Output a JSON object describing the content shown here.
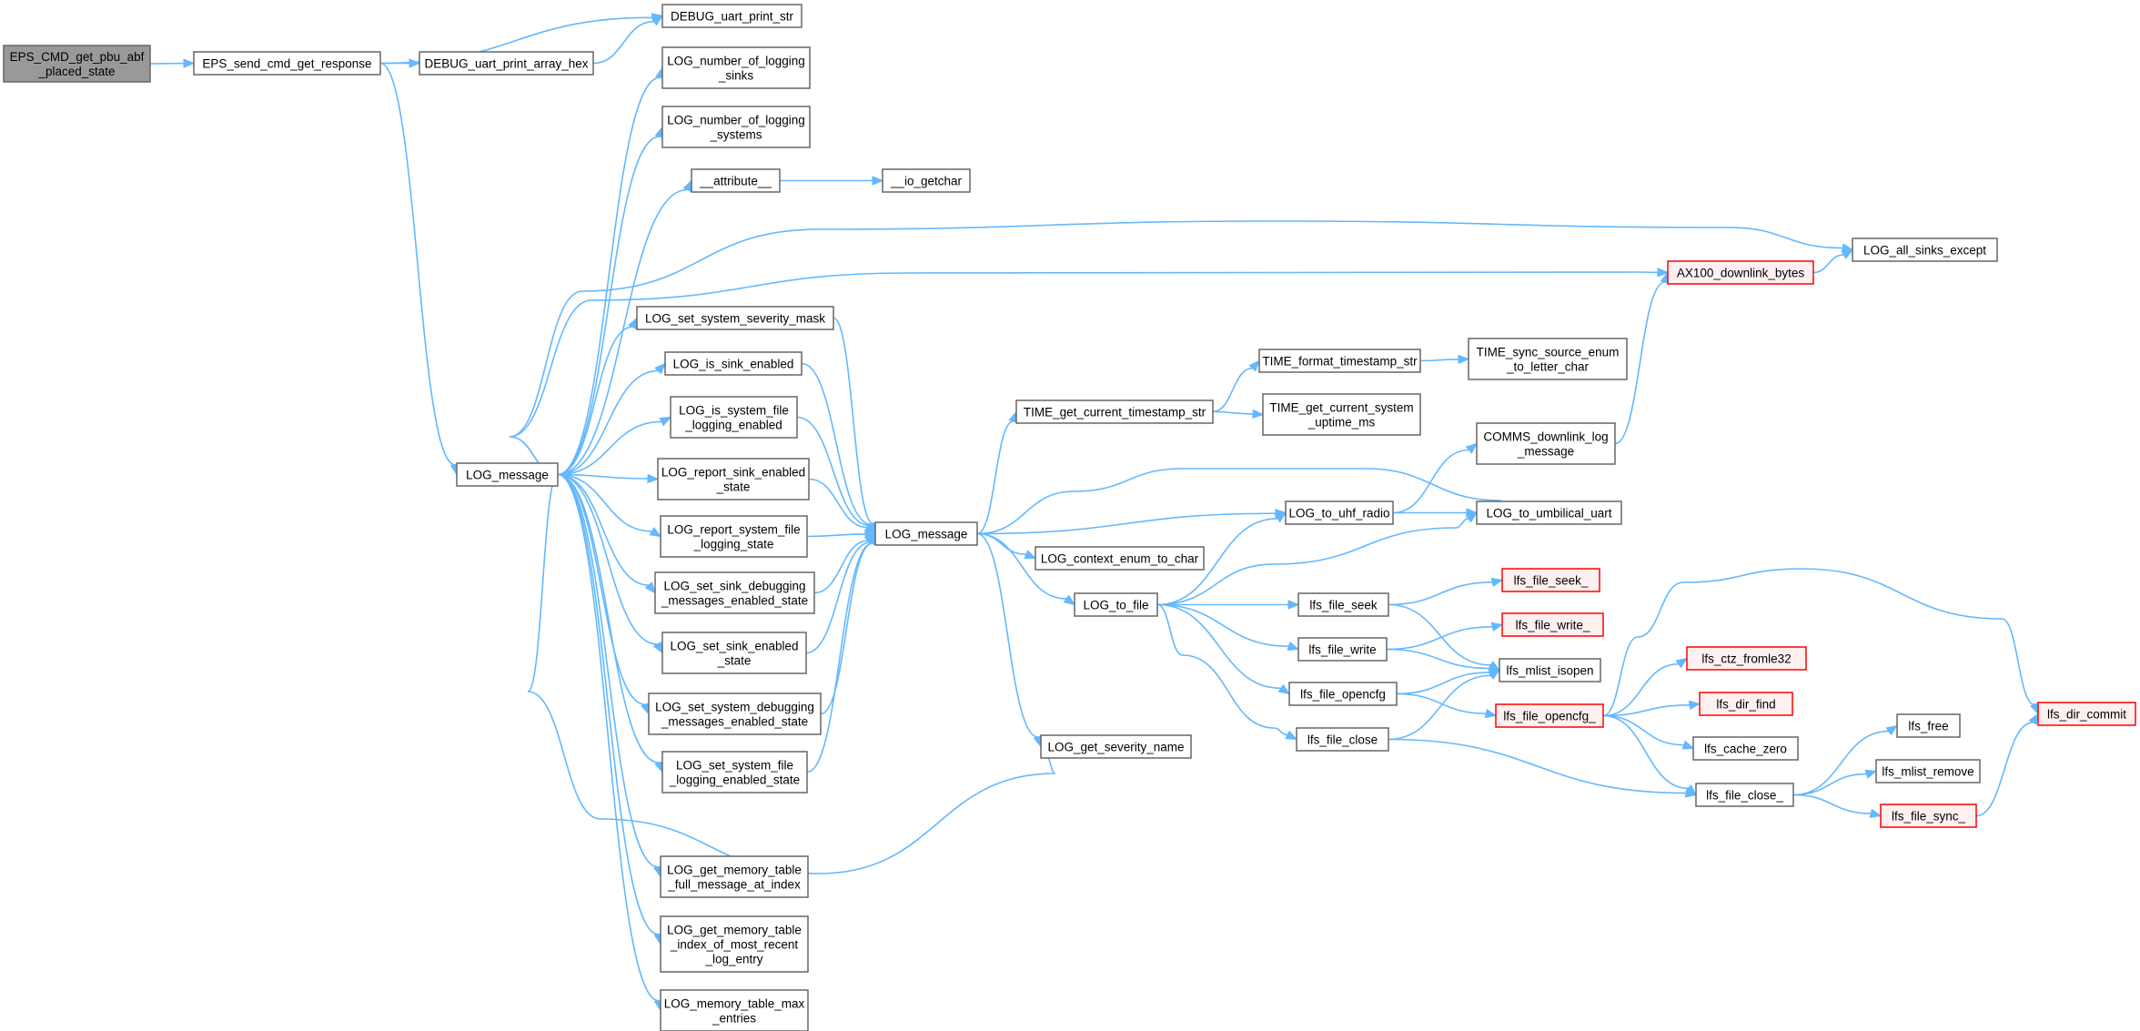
{
  "graph": {
    "title": "",
    "colors": {
      "edge": "#63b8ff",
      "node_border": "#666666",
      "root_fill": "#999999",
      "truncated_border": "#ff0000",
      "truncated_fill": "#fff0f0"
    },
    "nodes": [
      {
        "id": "eps_cmd",
        "lines": [
          "EPS_CMD_get_pbu_abf",
          "_placed_state"
        ],
        "style": "root"
      },
      {
        "id": "eps_send",
        "lines": [
          "EPS_send_cmd_get_response"
        ]
      },
      {
        "id": "dbg_hex",
        "lines": [
          "DEBUG_uart_print_array_hex"
        ]
      },
      {
        "id": "dbg_str",
        "lines": [
          "DEBUG_uart_print_str"
        ]
      },
      {
        "id": "log_message_a",
        "lines": [
          "LOG_message"
        ]
      },
      {
        "id": "log_num_sinks",
        "lines": [
          "LOG_number_of_logging",
          "_sinks"
        ]
      },
      {
        "id": "log_num_systems",
        "lines": [
          "LOG_number_of_logging",
          "_systems"
        ]
      },
      {
        "id": "attribute",
        "lines": [
          "__attribute__"
        ]
      },
      {
        "id": "io_getchar",
        "lines": [
          "__io_getchar"
        ]
      },
      {
        "id": "set_sev_mask",
        "lines": [
          "LOG_set_system_severity_mask"
        ]
      },
      {
        "id": "is_sink_enabled",
        "lines": [
          "LOG_is_sink_enabled"
        ]
      },
      {
        "id": "is_sys_file",
        "lines": [
          "LOG_is_system_file",
          "_logging_enabled"
        ]
      },
      {
        "id": "report_sink",
        "lines": [
          "LOG_report_sink_enabled",
          "_state"
        ]
      },
      {
        "id": "report_sys_file",
        "lines": [
          "LOG_report_system_file",
          "_logging_state"
        ]
      },
      {
        "id": "set_sink_dbg",
        "lines": [
          "LOG_set_sink_debugging",
          "_messages_enabled_state"
        ]
      },
      {
        "id": "set_sink_enabled",
        "lines": [
          "LOG_set_sink_enabled",
          "_state"
        ]
      },
      {
        "id": "set_sys_dbg",
        "lines": [
          "LOG_set_system_debugging",
          "_messages_enabled_state"
        ]
      },
      {
        "id": "set_sys_file",
        "lines": [
          "LOG_set_system_file",
          "_logging_enabled_state"
        ]
      },
      {
        "id": "mem_full",
        "lines": [
          "LOG_get_memory_table",
          "_full_message_at_index"
        ]
      },
      {
        "id": "mem_recent",
        "lines": [
          "LOG_get_memory_table",
          "_index_of_most_recent",
          "_log_entry"
        ]
      },
      {
        "id": "mem_max",
        "lines": [
          "LOG_memory_table_max",
          "_entries"
        ]
      },
      {
        "id": "log_message_b",
        "lines": [
          "LOG_message"
        ]
      },
      {
        "id": "time_cur",
        "lines": [
          "TIME_get_current_timestamp_str"
        ]
      },
      {
        "id": "time_fmt",
        "lines": [
          "TIME_format_timestamp_str"
        ]
      },
      {
        "id": "time_uptime",
        "lines": [
          "TIME_get_current_system",
          "_uptime_ms"
        ]
      },
      {
        "id": "time_sync",
        "lines": [
          "TIME_sync_source_enum",
          "_to_letter_char"
        ]
      },
      {
        "id": "ctx_enum",
        "lines": [
          "LOG_context_enum_to_char"
        ]
      },
      {
        "id": "to_file",
        "lines": [
          "LOG_to_file"
        ]
      },
      {
        "id": "severity_name",
        "lines": [
          "LOG_get_severity_name"
        ]
      },
      {
        "id": "to_uhf",
        "lines": [
          "LOG_to_uhf_radio"
        ]
      },
      {
        "id": "to_umb",
        "lines": [
          "LOG_to_umbilical_uart"
        ]
      },
      {
        "id": "comms_dl",
        "lines": [
          "COMMS_downlink_log",
          "_message"
        ]
      },
      {
        "id": "ax100",
        "lines": [
          "AX100_downlink_bytes"
        ],
        "style": "red"
      },
      {
        "id": "all_sinks",
        "lines": [
          "LOG_all_sinks_except"
        ]
      },
      {
        "id": "file_seek",
        "lines": [
          "lfs_file_seek"
        ]
      },
      {
        "id": "file_write",
        "lines": [
          "lfs_file_write"
        ]
      },
      {
        "id": "file_opencfg",
        "lines": [
          "lfs_file_opencfg"
        ]
      },
      {
        "id": "file_close",
        "lines": [
          "lfs_file_close"
        ]
      },
      {
        "id": "file_seek_",
        "lines": [
          "lfs_file_seek_"
        ],
        "style": "red"
      },
      {
        "id": "file_write_",
        "lines": [
          "lfs_file_write_"
        ],
        "style": "red"
      },
      {
        "id": "mlist_isopen",
        "lines": [
          "lfs_mlist_isopen"
        ]
      },
      {
        "id": "file_opencfg_",
        "lines": [
          "lfs_file_opencfg_"
        ],
        "style": "red"
      },
      {
        "id": "ctz",
        "lines": [
          "lfs_ctz_fromle32"
        ],
        "style": "red"
      },
      {
        "id": "dir_find",
        "lines": [
          "lfs_dir_find"
        ],
        "style": "red"
      },
      {
        "id": "cache_zero",
        "lines": [
          "lfs_cache_zero"
        ]
      },
      {
        "id": "file_close_",
        "lines": [
          "lfs_file_close_"
        ]
      },
      {
        "id": "lfs_free",
        "lines": [
          "lfs_free"
        ]
      },
      {
        "id": "mlist_remove",
        "lines": [
          "lfs_mlist_remove"
        ]
      },
      {
        "id": "file_sync_",
        "lines": [
          "lfs_file_sync_"
        ],
        "style": "red"
      },
      {
        "id": "dir_commit",
        "lines": [
          "lfs_dir_commit"
        ],
        "style": "red"
      }
    ],
    "edges": [
      [
        "eps_cmd",
        "eps_send"
      ],
      [
        "eps_send",
        "dbg_str"
      ],
      [
        "eps_send",
        "dbg_hex"
      ],
      [
        "eps_send",
        "log_message_a"
      ],
      [
        "dbg_hex",
        "dbg_str"
      ],
      [
        "log_message_a",
        "log_num_sinks"
      ],
      [
        "log_message_a",
        "log_num_systems"
      ],
      [
        "log_message_a",
        "attribute"
      ],
      [
        "log_message_a",
        "all_sinks"
      ],
      [
        "log_message_a",
        "ax100"
      ],
      [
        "log_message_a",
        "set_sev_mask"
      ],
      [
        "log_message_a",
        "is_sink_enabled"
      ],
      [
        "log_message_a",
        "is_sys_file"
      ],
      [
        "log_message_a",
        "report_sink"
      ],
      [
        "log_message_a",
        "report_sys_file"
      ],
      [
        "log_message_a",
        "set_sink_dbg"
      ],
      [
        "log_message_a",
        "set_sink_enabled"
      ],
      [
        "log_message_a",
        "set_sys_dbg"
      ],
      [
        "log_message_a",
        "set_sys_file"
      ],
      [
        "log_message_a",
        "severity_name"
      ],
      [
        "log_message_a",
        "mem_full"
      ],
      [
        "log_message_a",
        "mem_recent"
      ],
      [
        "log_message_a",
        "mem_max"
      ],
      [
        "attribute",
        "io_getchar"
      ],
      [
        "set_sev_mask",
        "log_message_b"
      ],
      [
        "is_sink_enabled",
        "log_message_b"
      ],
      [
        "is_sys_file",
        "log_message_b"
      ],
      [
        "report_sink",
        "log_message_b"
      ],
      [
        "report_sys_file",
        "log_message_b"
      ],
      [
        "set_sink_dbg",
        "log_message_b"
      ],
      [
        "set_sink_enabled",
        "log_message_b"
      ],
      [
        "set_sys_dbg",
        "log_message_b"
      ],
      [
        "set_sys_file",
        "log_message_b"
      ],
      [
        "log_message_b",
        "time_cur"
      ],
      [
        "log_message_b",
        "to_umb"
      ],
      [
        "log_message_b",
        "to_uhf"
      ],
      [
        "log_message_b",
        "ctx_enum"
      ],
      [
        "log_message_b",
        "to_file"
      ],
      [
        "log_message_b",
        "severity_name"
      ],
      [
        "time_cur",
        "time_fmt"
      ],
      [
        "time_cur",
        "time_uptime"
      ],
      [
        "time_fmt",
        "time_sync"
      ],
      [
        "to_uhf",
        "comms_dl"
      ],
      [
        "to_uhf",
        "to_umb"
      ],
      [
        "comms_dl",
        "ax100"
      ],
      [
        "ax100",
        "all_sinks"
      ],
      [
        "to_file",
        "to_uhf"
      ],
      [
        "to_file",
        "to_umb"
      ],
      [
        "to_file",
        "file_seek"
      ],
      [
        "to_file",
        "file_write"
      ],
      [
        "to_file",
        "file_opencfg"
      ],
      [
        "to_file",
        "file_close"
      ],
      [
        "file_seek",
        "file_seek_"
      ],
      [
        "file_seek",
        "mlist_isopen"
      ],
      [
        "file_write",
        "file_write_"
      ],
      [
        "file_write",
        "mlist_isopen"
      ],
      [
        "file_opencfg",
        "mlist_isopen"
      ],
      [
        "file_opencfg",
        "file_opencfg_"
      ],
      [
        "file_close",
        "mlist_isopen"
      ],
      [
        "file_close",
        "file_close_"
      ],
      [
        "file_opencfg_",
        "ctz"
      ],
      [
        "file_opencfg_",
        "dir_find"
      ],
      [
        "file_opencfg_",
        "cache_zero"
      ],
      [
        "file_opencfg_",
        "file_close_"
      ],
      [
        "file_opencfg_",
        "dir_commit"
      ],
      [
        "file_close_",
        "lfs_free"
      ],
      [
        "file_close_",
        "mlist_remove"
      ],
      [
        "file_close_",
        "file_sync_"
      ],
      [
        "file_sync_",
        "dir_commit"
      ]
    ]
  }
}
